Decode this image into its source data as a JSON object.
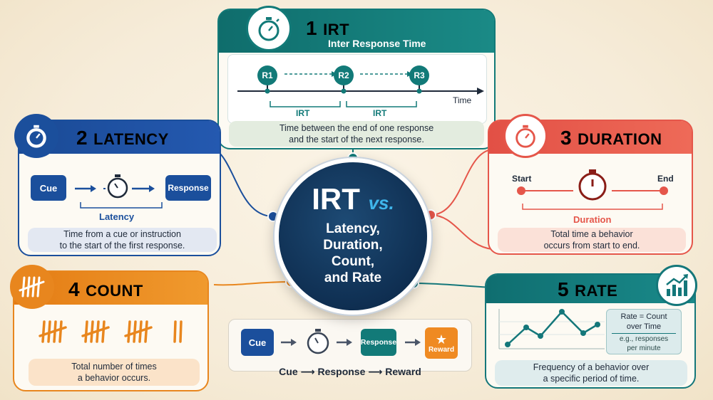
{
  "center": {
    "title": "IRT",
    "vs": "vs.",
    "lines": [
      "Latency,",
      "Duration,",
      "Count,",
      "and Rate"
    ]
  },
  "irt": {
    "number": "1",
    "title": "IRT",
    "subtitle": "Inter Response Time",
    "responses": [
      "R1",
      "R2",
      "R3"
    ],
    "time_label": "Time",
    "interval_labels": [
      "IRT",
      "IRT"
    ],
    "note": [
      "Time between the end of one response",
      "and the start of the next response."
    ],
    "color": "#127a78"
  },
  "latency": {
    "number": "2",
    "title": "LATENCY",
    "cue": "Cue",
    "response": "Response",
    "span_label": "Latency",
    "note": [
      "Time from a cue or instruction",
      "to the start of the first response."
    ],
    "color": "#1b4f9c"
  },
  "duration": {
    "number": "3",
    "title": "DURATION",
    "start": "Start",
    "end": "End",
    "span_label": "Duration",
    "note": [
      "Total time a behavior",
      "occurs from start to end."
    ],
    "color": "#e5564a"
  },
  "count": {
    "number": "4",
    "title": "COUNT",
    "note": [
      "Total number of times",
      "a behavior occurs."
    ],
    "color": "#e8861e"
  },
  "rate": {
    "number": "5",
    "title": "RATE",
    "formula": [
      "Rate = Count",
      "over Time"
    ],
    "example": [
      "e.g., responses",
      "per minute"
    ],
    "note": [
      "Frequency of a behavior over",
      "a specific period of time."
    ],
    "color": "#14777a"
  },
  "sequence": {
    "cue": "Cue",
    "response": "Response",
    "reward": "Reward",
    "caption": [
      "Cue",
      "Response",
      "Reward"
    ]
  }
}
